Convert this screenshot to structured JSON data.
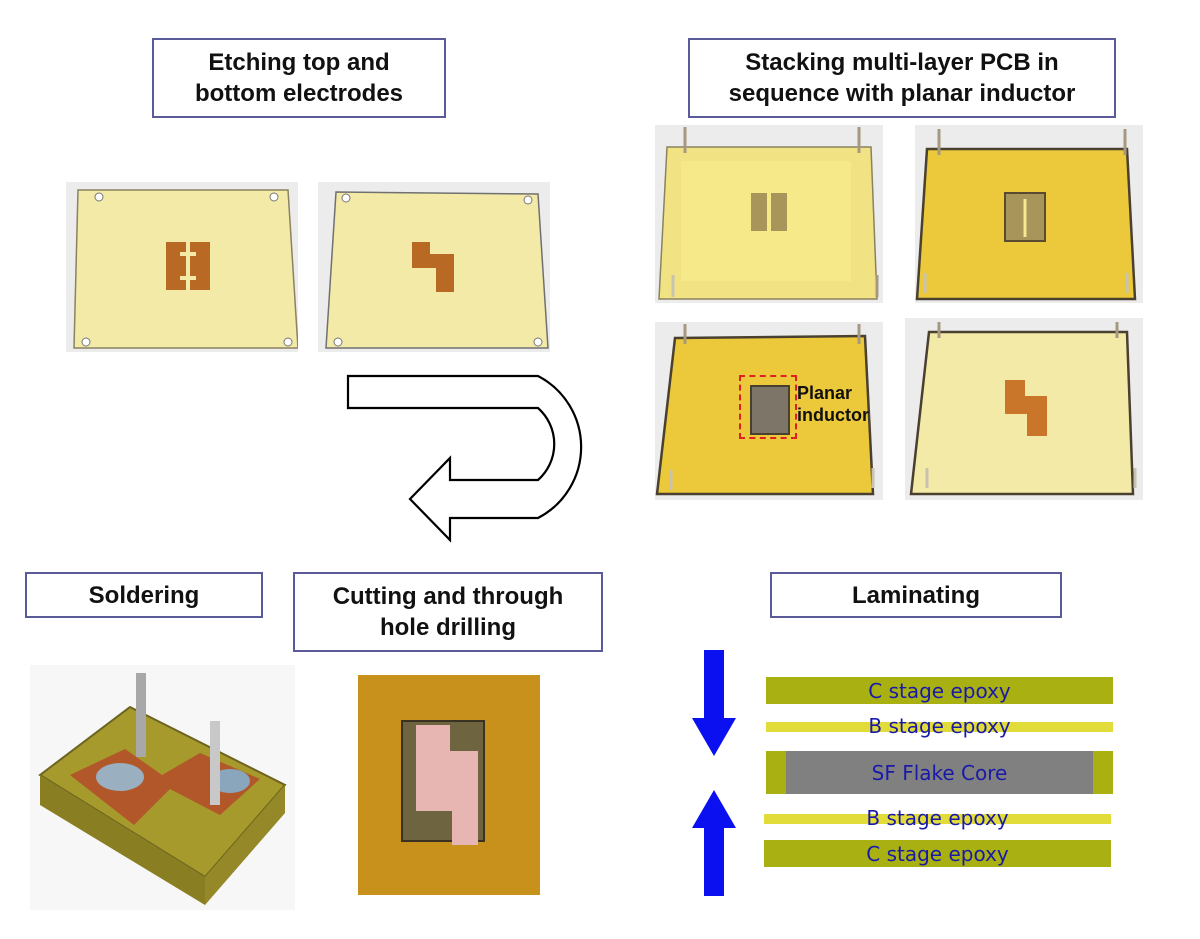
{
  "steps": {
    "etching": {
      "line1": "Etching top and",
      "line2": "bottom electrodes"
    },
    "stacking": {
      "line1": "Stacking multi-layer  PCB in",
      "line2": "sequence with  planar inductor"
    },
    "soldering": {
      "label": "Soldering"
    },
    "cutting": {
      "line1": "Cutting and through",
      "line2": "hole drilling"
    },
    "laminating": {
      "label": "Laminating"
    }
  },
  "annotations": {
    "planar_inductor_line1": "Planar",
    "planar_inductor_line2": "inductor"
  },
  "lamination_stack": {
    "layers": [
      {
        "label": "C stage epoxy",
        "type": "c-stage",
        "color": "#a8b012"
      },
      {
        "label": "B stage epoxy",
        "type": "b-stage",
        "color": "#e2dc3a"
      },
      {
        "label": "SF Flake Core",
        "type": "core",
        "color": "#808080"
      },
      {
        "label": "B stage epoxy",
        "type": "b-stage",
        "color": "#e2dc3a"
      },
      {
        "label": "C stage epoxy",
        "type": "c-stage",
        "color": "#a8b012"
      }
    ],
    "press_arrow_color": "#0a10f0"
  },
  "colors": {
    "box_border": "#5b5b9a",
    "fr4_light": "#f3eaa8",
    "fr4_yellow": "#ecc93a",
    "copper": "#b86a25",
    "annotation_dash": "#e02020"
  }
}
